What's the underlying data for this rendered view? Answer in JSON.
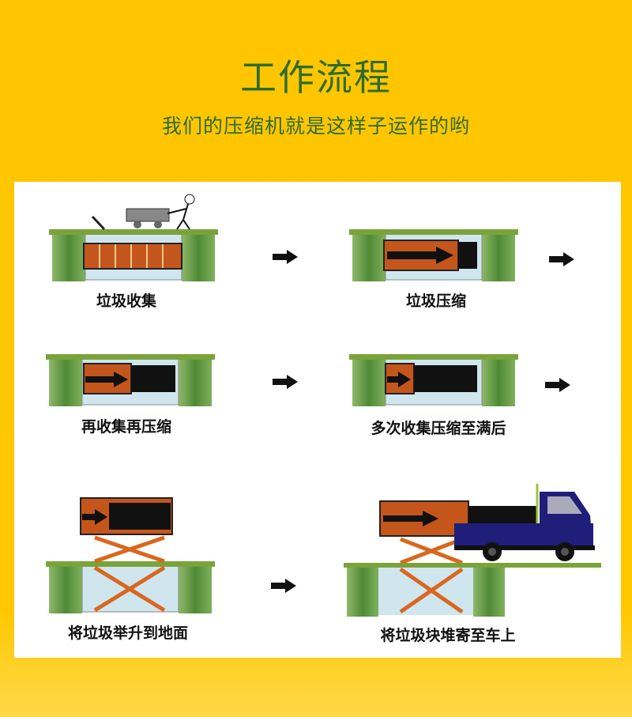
{
  "header": {
    "title": "工作流程",
    "subtitle": "我们的压缩机就是这样子运作的哟"
  },
  "steps": [
    {
      "label": "垃圾收集"
    },
    {
      "label": "垃圾压缩"
    },
    {
      "label": "再收集再压缩"
    },
    {
      "label": "多次收集压缩至满后"
    },
    {
      "label": "将垃圾举升到地面"
    },
    {
      "label": "将垃圾块堆寄至车上"
    }
  ],
  "colors": {
    "background": "#ffc800",
    "title": "#2f6b2a",
    "platform": "#7aa33a",
    "pillar": "#5e8f3c",
    "chamber": "#cfe6ee",
    "brick": "#c4561c",
    "scissor": "#d9671f",
    "truck": "#1f1f7a"
  }
}
